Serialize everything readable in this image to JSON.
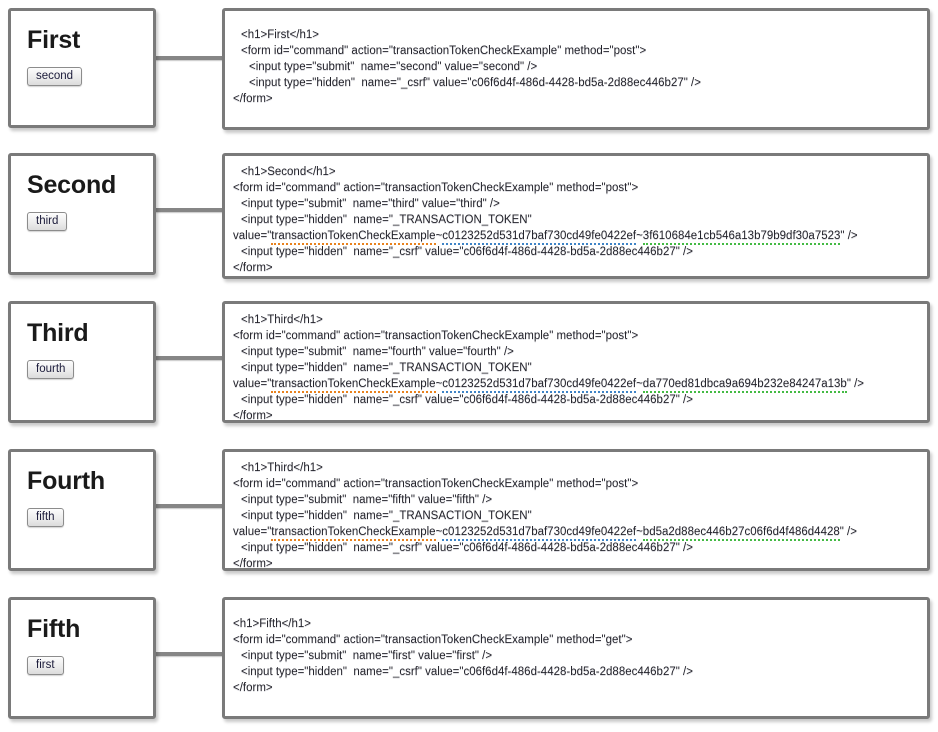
{
  "diagram": {
    "title": "Transaction Token Check Example flow",
    "colors": {
      "box_border": "#7a7a7a",
      "connector": "#868686",
      "underline_orange": "#e8821e",
      "underline_blue": "#3f84c6",
      "underline_green": "#44ba44",
      "code_text": "#23232b"
    }
  },
  "rows": [
    {
      "page": {
        "title": "First",
        "button": "second"
      },
      "code": {
        "lines": [
          {
            "text": "<h1>First</h1>",
            "indent": 1
          },
          {
            "text": "<form id=\"command\" action=\"transactionTokenCheckExample\" method=\"post\">",
            "indent": 1
          },
          {
            "text": "<input type=\"submit\"  name=\"second\" value=\"second\" />",
            "indent": 2
          },
          {
            "text": "<input type=\"hidden\"  name=\"_csrf\" value=\"c06f6d4f-486d-4428-bd5a-2d88ec446b27\" />",
            "indent": 2
          },
          {
            "text": "</form>",
            "indent": 0
          }
        ],
        "token_line": null
      }
    },
    {
      "page": {
        "title": "Second",
        "button": "third"
      },
      "code": {
        "lines": [
          {
            "text": "<h1>Second</h1>",
            "indent": 1
          },
          {
            "text": "<form id=\"command\" action=\"transactionTokenCheckExample\" method=\"post\">",
            "indent": 0
          },
          {
            "text": "<input type=\"submit\"  name=\"third\" value=\"third\" />",
            "indent": 1
          },
          {
            "text": "<input type=\"hidden\"  name=\"_TRANSACTION_TOKEN\"",
            "indent": 1
          }
        ],
        "token_line": {
          "prefix": "value=\"",
          "namespace": "transactionTokenCheckExample",
          "sep1": "~",
          "token_key": "c0123252d531d7baf730cd49fe0422ef",
          "sep2": "~",
          "token_value": "3f610684e1cb546a13b79b9df30a7523",
          "suffix": "\" />"
        },
        "lines_after": [
          {
            "text": "<input type=\"hidden\"  name=\"_csrf\" value=\"c06f6d4f-486d-4428-bd5a-2d88ec446b27\" />",
            "indent": 1
          },
          {
            "text": "</form>",
            "indent": 0
          }
        ]
      }
    },
    {
      "page": {
        "title": "Third",
        "button": "fourth"
      },
      "code": {
        "lines": [
          {
            "text": "<h1>Third</h1>",
            "indent": 1
          },
          {
            "text": "<form id=\"command\" action=\"transactionTokenCheckExample\" method=\"post\">",
            "indent": 0
          },
          {
            "text": "<input type=\"submit\"  name=\"fourth\" value=\"fourth\" />",
            "indent": 1
          },
          {
            "text": "<input type=\"hidden\"  name=\"_TRANSACTION_TOKEN\"",
            "indent": 1
          }
        ],
        "token_line": {
          "prefix": "value=\"",
          "namespace": "transactionTokenCheckExample",
          "sep1": "~",
          "token_key": "c0123252d531d7baf730cd49fe0422ef",
          "sep2": "~",
          "token_value": "da770ed81dbca9a694b232e84247a13b",
          "suffix": "\" />"
        },
        "lines_after": [
          {
            "text": "<input type=\"hidden\"  name=\"_csrf\" value=\"c06f6d4f-486d-4428-bd5a-2d88ec446b27\" />",
            "indent": 1
          },
          {
            "text": "</form>",
            "indent": 0
          }
        ]
      }
    },
    {
      "page": {
        "title": "Fourth",
        "button": "fifth"
      },
      "code": {
        "lines": [
          {
            "text": "<h1>Third</h1>",
            "indent": 1
          },
          {
            "text": "<form id=\"command\" action=\"transactionTokenCheckExample\" method=\"post\">",
            "indent": 0
          },
          {
            "text": "<input type=\"submit\"  name=\"fifth\" value=\"fifth\" />",
            "indent": 1
          },
          {
            "text": "<input type=\"hidden\"  name=\"_TRANSACTION_TOKEN\"",
            "indent": 1
          }
        ],
        "token_line": {
          "prefix": "value=\"",
          "namespace": "transactionTokenCheckExample",
          "sep1": "~",
          "token_key": "c0123252d531d7baf730cd49fe0422ef",
          "sep2": "~",
          "token_value": "bd5a2d88ec446b27c06f6d4f486d4428",
          "suffix": "\" />"
        },
        "lines_after": [
          {
            "text": "<input type=\"hidden\"  name=\"_csrf\" value=\"c06f6d4f-486d-4428-bd5a-2d88ec446b27\" />",
            "indent": 1
          },
          {
            "text": "</form>",
            "indent": 0
          }
        ]
      }
    },
    {
      "page": {
        "title": "Fifth",
        "button": "first"
      },
      "code": {
        "lines": [
          {
            "text": "<h1>Fifth</h1>",
            "indent": 0
          },
          {
            "text": "<form id=\"command\" action=\"transactionTokenCheckExample\" method=\"get\">",
            "indent": 0
          },
          {
            "text": "<input type=\"submit\"  name=\"first\" value=\"first\" />",
            "indent": 1
          },
          {
            "text": "<input type=\"hidden\"  name=\"_csrf\" value=\"c06f6d4f-486d-4428-bd5a-2d88ec446b27\" />",
            "indent": 1
          },
          {
            "text": "</form>",
            "indent": 0
          }
        ],
        "token_line": null
      }
    }
  ],
  "layout": {
    "row_tops": [
      8,
      153,
      301,
      449,
      597
    ],
    "page_heights": [
      120,
      122,
      122,
      122,
      122
    ],
    "source_heights": [
      122,
      126,
      122,
      122,
      122
    ],
    "source_pads": [
      16,
      8,
      8,
      8,
      16
    ],
    "connector_tops": [
      56,
      208,
      356,
      504,
      652
    ]
  }
}
